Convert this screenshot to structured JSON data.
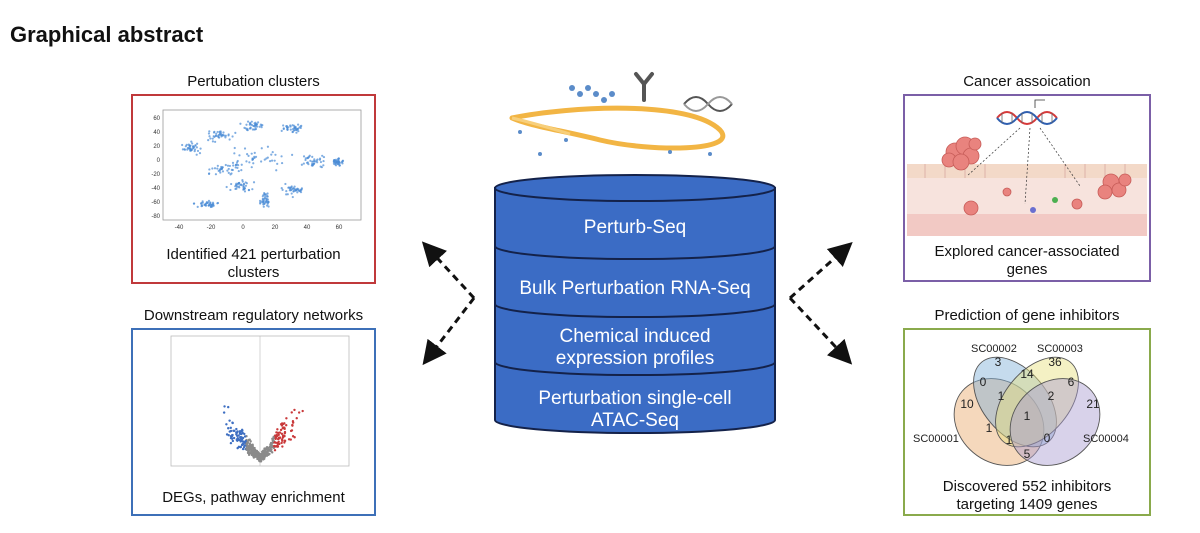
{
  "page_title": "Graphical abstract",
  "center": {
    "layers": [
      "Perturb-Seq",
      "Bulk Perturbation RNA-Seq",
      "Chemical induced expression profiles",
      "Perturbation single-cell ATAC-Seq"
    ],
    "layer_lines": [
      [
        "Perturb-Seq"
      ],
      [
        "Bulk Perturbation RNA-Seq"
      ],
      [
        "Chemical induced",
        "expression profiles"
      ],
      [
        "Perturbation single-cell",
        "ATAC-Seq"
      ]
    ],
    "color": "#3B6CC5"
  },
  "panels": {
    "top_left": {
      "caption": "Pertubation clusters",
      "desc_lines": [
        "Identified 421 perturbation",
        "clusters"
      ],
      "border": "#C0393B",
      "axis_x_ticks": [
        "-40",
        "-20",
        "0",
        "20",
        "40",
        "60"
      ],
      "axis_y_ticks": [
        "60",
        "40",
        "20",
        "0",
        "-20",
        "-40",
        "-60",
        "-80"
      ]
    },
    "bottom_left": {
      "caption": "Downstream regulatory networks",
      "desc": "DEGs, pathway enrichment",
      "border": "#3D70B8"
    },
    "top_right": {
      "caption": "Cancer assoication",
      "desc_lines": [
        "Explored cancer-associated",
        "genes"
      ],
      "border": "#7B5FA7"
    },
    "bottom_right": {
      "caption": "Prediction of gene inhibitors",
      "desc_lines": [
        "Discovered 552 inhibitors",
        "targeting 1409 genes"
      ],
      "border": "#8AAA4C"
    }
  },
  "venn": {
    "sets": [
      {
        "name": "SC00001",
        "color": "#E9A86A"
      },
      {
        "name": "SC00002",
        "color": "#7FB0D8"
      },
      {
        "name": "SC00003",
        "color": "#E7E07C"
      },
      {
        "name": "SC00004",
        "color": "#A89BD1"
      }
    ],
    "counts": [
      "3",
      "36",
      "14",
      "6",
      "0",
      "10",
      "1",
      "2",
      "1",
      "21",
      "1",
      "1",
      "0",
      "5"
    ]
  }
}
